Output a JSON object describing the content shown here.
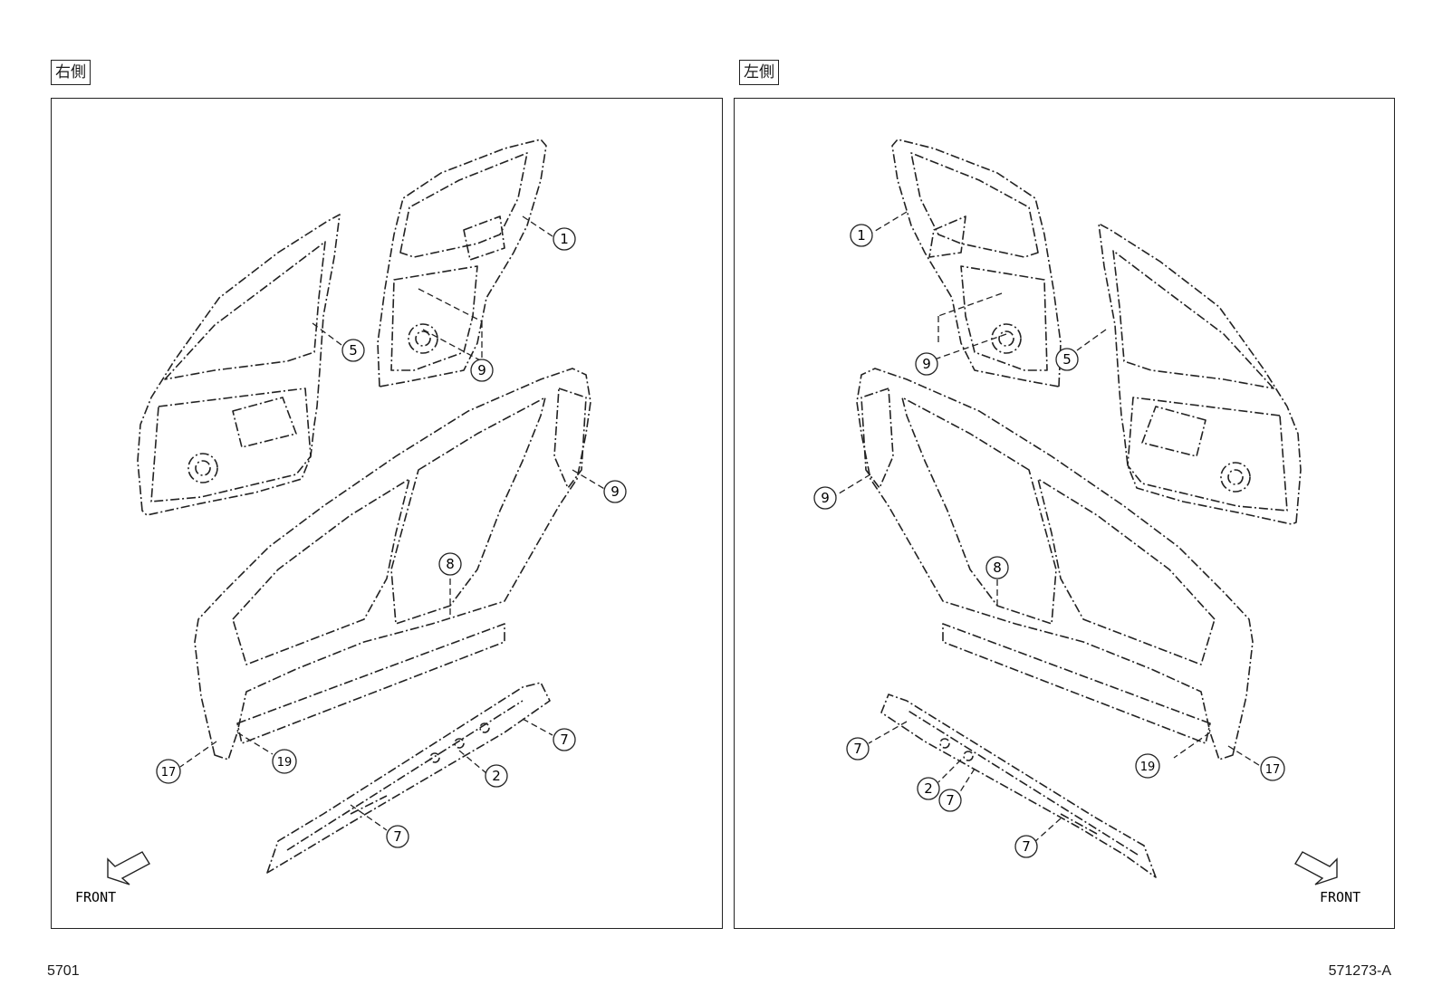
{
  "panels": {
    "right_side": {
      "label": "右側",
      "front_label": "FRONT",
      "callouts": [
        "1",
        "5",
        "9",
        "9",
        "8",
        "7",
        "2",
        "7",
        "17",
        "19"
      ]
    },
    "left_side": {
      "label": "左側",
      "front_label": "FRONT",
      "callouts": [
        "1",
        "9",
        "5",
        "9",
        "8",
        "7",
        "2",
        "7",
        "7",
        "19",
        "17"
      ]
    }
  },
  "footer": {
    "page_code": "5701",
    "figure_code": "571273-A"
  }
}
